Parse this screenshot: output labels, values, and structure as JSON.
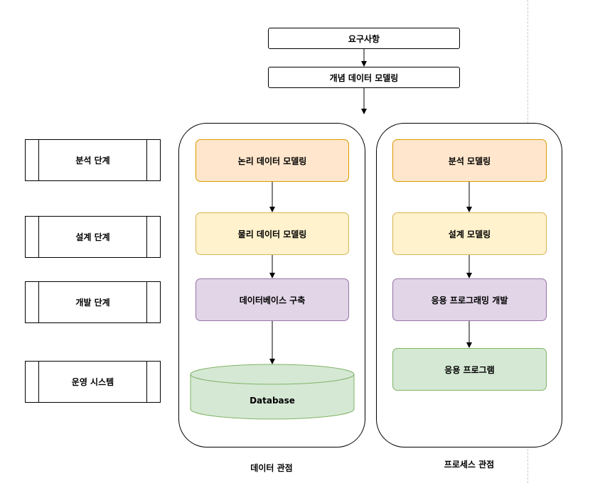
{
  "top_flow": {
    "requirements": "요구사항",
    "conceptual_modeling": "개념 데이터 모델링"
  },
  "stages": [
    {
      "label": "분석 단계"
    },
    {
      "label": "설계 단계"
    },
    {
      "label": "개발 단계"
    },
    {
      "label": "운영 시스템"
    }
  ],
  "data_lane": {
    "title": "데이터 관점",
    "steps": [
      "논리 데이터 모델링",
      "물리 데이터 모델링",
      "데이터베이스 구축"
    ],
    "database": "Database"
  },
  "process_lane": {
    "title": "프로세스 관점",
    "steps": [
      "분석 모델링",
      "설계 모델링",
      "응용 프로그래밍 개발",
      "응용 프로그램"
    ]
  },
  "colors": {
    "analysis_fill": "#ffe6cc",
    "design_fill": "#fff2cc",
    "development_fill": "#e1d5e7",
    "operation_fill": "#d5e8d4"
  }
}
